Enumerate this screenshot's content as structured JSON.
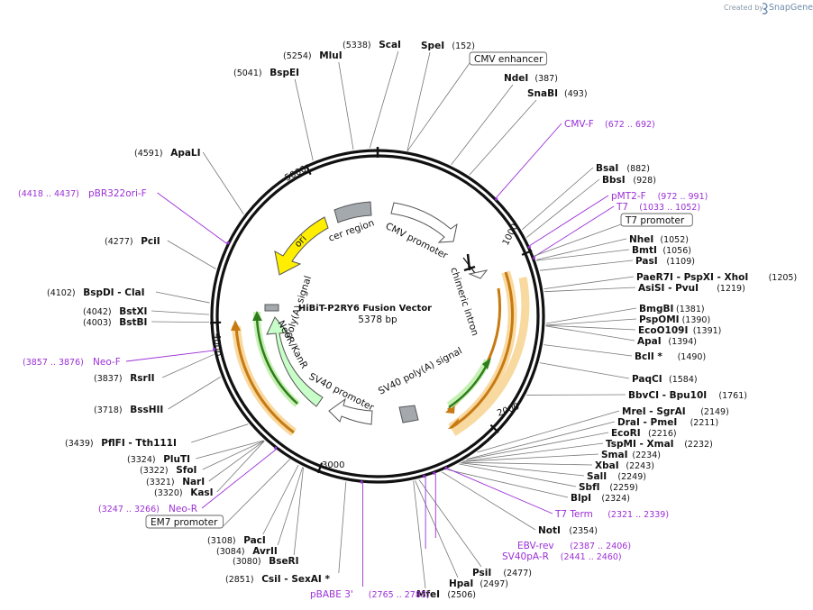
{
  "title": "HiBiT-P2RY6 Fusion Vector",
  "length_text": "5378 bp",
  "credit": {
    "prefix": "Created by",
    "brand": "SnapGene"
  },
  "ticks": [
    "1000",
    "2000",
    "3000",
    "4000",
    "5000"
  ],
  "sites": [
    {
      "name": "SpeI",
      "pos": "(152)"
    },
    {
      "name": "NdeI",
      "pos": "(387)"
    },
    {
      "name": "SnaBI",
      "pos": "(493)"
    },
    {
      "name": "BsaI",
      "pos": "(882)"
    },
    {
      "name": "BbsI",
      "pos": "(928)"
    },
    {
      "name": "NheI",
      "pos": "(1052)"
    },
    {
      "name": "BmtI",
      "pos": "(1056)"
    },
    {
      "name": "PasI",
      "pos": "(1109)"
    },
    {
      "name": "PaeR7I - PspXI - XhoI",
      "pos": "(1205)"
    },
    {
      "name": "AsiSI - PvuI",
      "pos": "(1219)"
    },
    {
      "name": "BmgBI",
      "pos": "(1381)"
    },
    {
      "name": "PspOMI",
      "pos": "(1390)"
    },
    {
      "name": "EcoO109I",
      "pos": "(1391)"
    },
    {
      "name": "ApaI",
      "pos": "(1394)"
    },
    {
      "name": "BclI *",
      "pos": "(1490)"
    },
    {
      "name": "PaqCI",
      "pos": "(1584)"
    },
    {
      "name": "BbvCI - Bpu10I",
      "pos": "(1761)"
    },
    {
      "name": "MreI - SgrAI",
      "pos": "(2149)"
    },
    {
      "name": "DraI - PmeI",
      "pos": "(2211)"
    },
    {
      "name": "EcoRI",
      "pos": "(2216)"
    },
    {
      "name": "TspMI - XmaI",
      "pos": "(2232)"
    },
    {
      "name": "SmaI",
      "pos": "(2234)"
    },
    {
      "name": "XbaI",
      "pos": "(2243)"
    },
    {
      "name": "SalI",
      "pos": "(2249)"
    },
    {
      "name": "SbfI",
      "pos": "(2259)"
    },
    {
      "name": "BlpI",
      "pos": "(2324)"
    },
    {
      "name": "NotI",
      "pos": "(2354)"
    },
    {
      "name": "PsiI",
      "pos": "(2477)"
    },
    {
      "name": "HpaI",
      "pos": "(2497)"
    },
    {
      "name": "MfeI",
      "pos": "(2506)"
    },
    {
      "name": "CsiI - SexAI *",
      "pos": "(2851)"
    },
    {
      "name": "BseRI",
      "pos": "(3080)"
    },
    {
      "name": "AvrII",
      "pos": "(3084)"
    },
    {
      "name": "PacI",
      "pos": "(3108)"
    },
    {
      "name": "KasI",
      "pos": "(3320)"
    },
    {
      "name": "NarI",
      "pos": "(3321)"
    },
    {
      "name": "SfoI",
      "pos": "(3322)"
    },
    {
      "name": "PluTI",
      "pos": "(3324)"
    },
    {
      "name": "PflFI - Tth111I",
      "pos": "(3439)"
    },
    {
      "name": "BssHII",
      "pos": "(3718)"
    },
    {
      "name": "RsrII",
      "pos": "(3837)"
    },
    {
      "name": "BstBI",
      "pos": "(4003)"
    },
    {
      "name": "BstXI",
      "pos": "(4042)"
    },
    {
      "name": "BspDI - ClaI",
      "pos": "(4102)"
    },
    {
      "name": "PciI",
      "pos": "(4277)"
    },
    {
      "name": "ApaLI",
      "pos": "(4591)"
    },
    {
      "name": "BspEI",
      "pos": "(5041)"
    },
    {
      "name": "MluI",
      "pos": "(5254)"
    },
    {
      "name": "ScaI",
      "pos": "(5338)"
    }
  ],
  "primers": [
    {
      "name": "CMV-F",
      "range": "(672 .. 692)"
    },
    {
      "name": "pMT2-F",
      "range": "(972 .. 991)"
    },
    {
      "name": "T7",
      "range": "(1033 .. 1052)"
    },
    {
      "name": "T7 Term",
      "range": "(2321 .. 2339)"
    },
    {
      "name": "EBV-rev",
      "range": "(2387 .. 2406)"
    },
    {
      "name": "SV40pA-R",
      "range": "(2441 .. 2460)"
    },
    {
      "name": "pBABE 3'",
      "range": "(2765 .. 2785)"
    },
    {
      "name": "Neo-R",
      "range": "(3247 .. 3266)"
    },
    {
      "name": "Neo-F",
      "range": "(3857 .. 3876)"
    },
    {
      "name": "pBR322ori-F",
      "range": "(4418 .. 4437)"
    }
  ],
  "boxed_features": [
    "CMV enhancer",
    "T7 promoter",
    "EM7 promoter"
  ],
  "features": [
    "CMV promoter",
    "chimeric intron",
    "SV40 poly(A) signal",
    "SV40 promoter",
    "NeoR/KanR",
    "poly(A) signal",
    "ori",
    "cer region"
  ],
  "colors": {
    "backbone": "#111111",
    "primer": "#9b30d6",
    "ori": "#ffee00",
    "neo": "#c8ffc8",
    "orf": "#f5a623",
    "orf_glow": "#f8d9a0",
    "green_arrow": "#4aa02c",
    "grey_box": "#a4a9ae",
    "credit": "#8a9aa8"
  }
}
